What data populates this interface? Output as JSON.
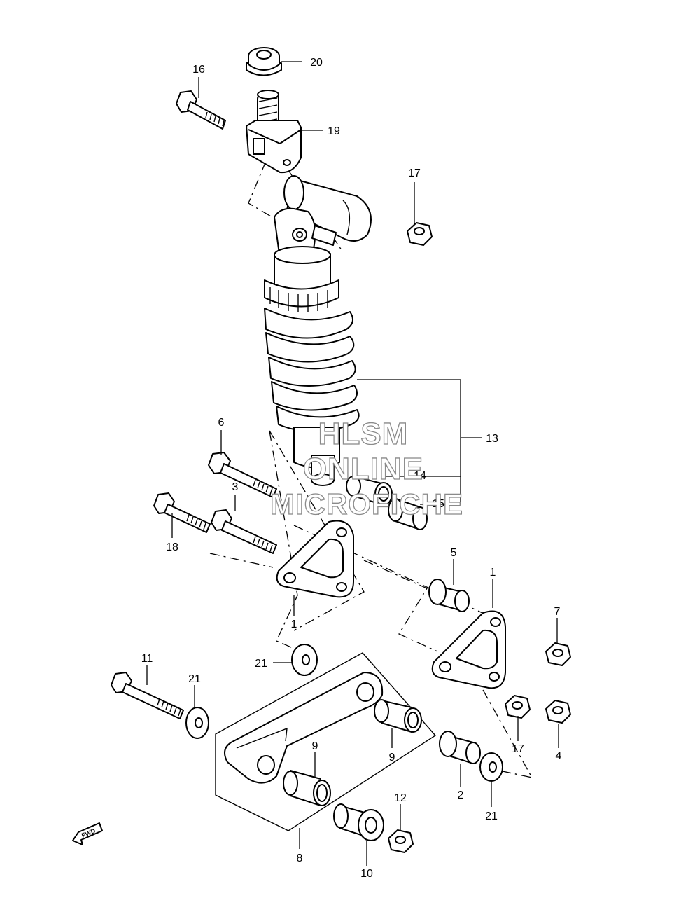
{
  "watermark": {
    "line1": "HLSM",
    "line2": "ONLINE",
    "line3": "MICROFICHE"
  },
  "direction_label": "FWD",
  "callouts": [
    {
      "key": "c20",
      "label": "20"
    },
    {
      "key": "c16",
      "label": "16"
    },
    {
      "key": "c19",
      "label": "19"
    },
    {
      "key": "c17a",
      "label": "17"
    },
    {
      "key": "c13",
      "label": "13"
    },
    {
      "key": "c14",
      "label": "14"
    },
    {
      "key": "c15",
      "label": "15"
    },
    {
      "key": "c6",
      "label": "6"
    },
    {
      "key": "c3",
      "label": "3"
    },
    {
      "key": "c18",
      "label": "18"
    },
    {
      "key": "c5",
      "label": "5"
    },
    {
      "key": "c1a",
      "label": "1"
    },
    {
      "key": "c1b",
      "label": "1"
    },
    {
      "key": "c7",
      "label": "7"
    },
    {
      "key": "c21a",
      "label": "21"
    },
    {
      "key": "c11",
      "label": "11"
    },
    {
      "key": "c21b",
      "label": "21"
    },
    {
      "key": "c17b",
      "label": "17"
    },
    {
      "key": "c4",
      "label": "4"
    },
    {
      "key": "c9a",
      "label": "9"
    },
    {
      "key": "c9b",
      "label": "9"
    },
    {
      "key": "c2",
      "label": "2"
    },
    {
      "key": "c21c",
      "label": "21"
    },
    {
      "key": "c12",
      "label": "12"
    },
    {
      "key": "c8",
      "label": "8"
    },
    {
      "key": "c10",
      "label": "10"
    }
  ]
}
